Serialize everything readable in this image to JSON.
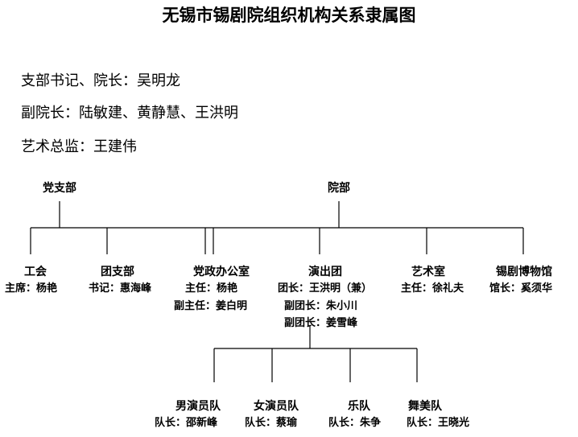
{
  "title": "无锡市锡剧院组织机构关系隶属图",
  "leadership": [
    "支部书记、院长：吴明龙",
    "副院长：陆敏建、黄静慧、王洪明",
    "艺术总监：王建伟"
  ],
  "top_units": {
    "party_branch": "党支部",
    "academy": "院部"
  },
  "departments": [
    {
      "name": "工会",
      "lines": [
        "主席：杨艳"
      ]
    },
    {
      "name": "团支部",
      "lines": [
        "书记：惠海峰"
      ]
    },
    {
      "name": "党政办公室",
      "lines": [
        "主任：杨艳",
        "副主任：姜白明"
      ]
    },
    {
      "name": "演出团",
      "lines": [
        "团长：王洪明（兼）",
        "副团长：朱小川",
        "副团长：姜雪峰"
      ]
    },
    {
      "name": "艺术室",
      "lines": [
        "主任：徐礼夫"
      ]
    },
    {
      "name": "锡剧博物馆",
      "lines": [
        "馆长：奚须华"
      ]
    }
  ],
  "troupes": [
    {
      "name": "男演员队",
      "lines": [
        "队长：邵新峰"
      ]
    },
    {
      "name": "女演员队",
      "lines": [
        "队长：蔡瑜"
      ]
    },
    {
      "name": "乐队",
      "lines": [
        "队长：朱争"
      ]
    },
    {
      "name": "舞美队",
      "lines": [
        "队长：王晓光"
      ]
    }
  ]
}
